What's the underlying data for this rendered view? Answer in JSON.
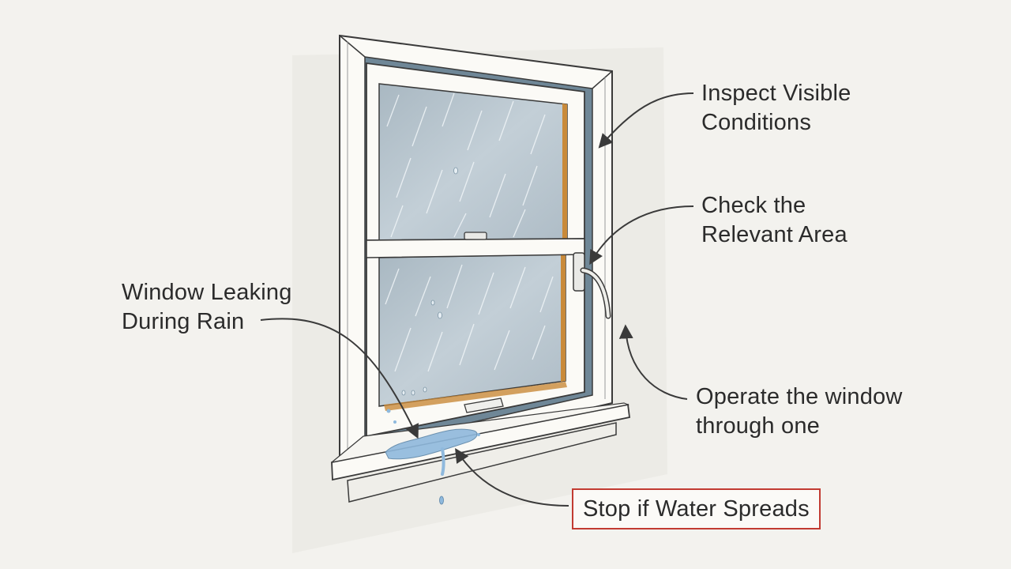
{
  "callouts": {
    "inspect": {
      "line1": "Inspect Visible",
      "line2": "Conditions"
    },
    "check": {
      "line1": "Check the",
      "line2": "Relevant Area"
    },
    "leak": {
      "line1": "Window Leaking",
      "line2": "During Rain"
    },
    "operate": {
      "line1": "Operate the window",
      "line2": "through one"
    },
    "stop": {
      "text": "Stop if Water Spreads"
    }
  },
  "colors": {
    "background": "#f3f2ee",
    "frame": "#fbfaf6",
    "outline": "#3a3a3a",
    "glass": "#b9c6cf",
    "wood": "#c98a3a",
    "water": "#8fb9dd",
    "highlight_box": "#c23b32"
  }
}
